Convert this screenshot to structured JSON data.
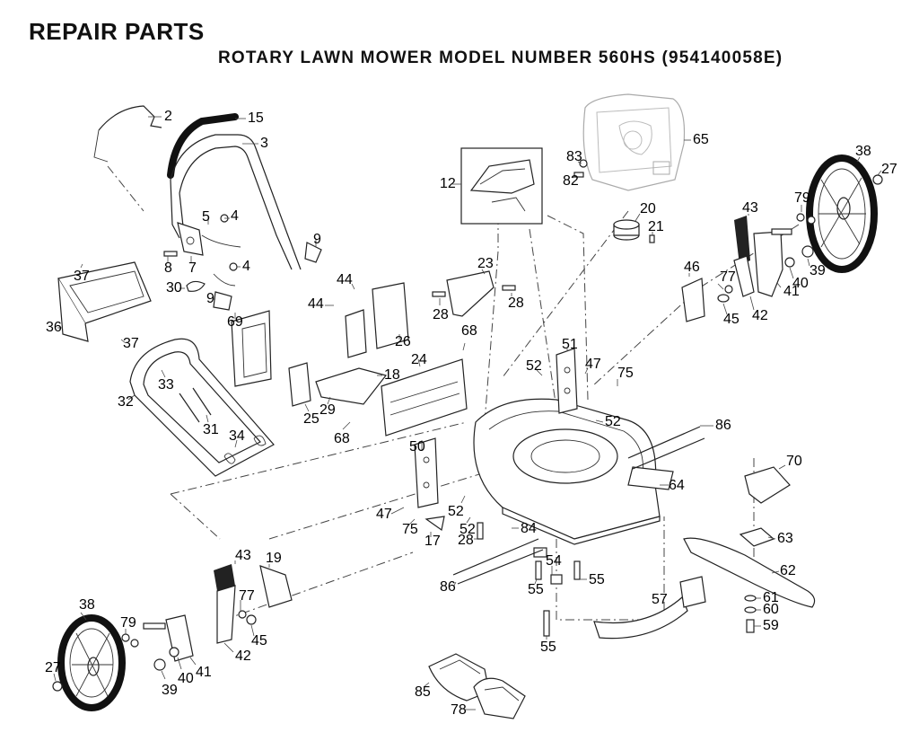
{
  "header": {
    "title": "REPAIR PARTS",
    "subtitle": "ROTARY LAWN MOWER MODEL NUMBER 560HS (954140058E)"
  },
  "callouts": [
    {
      "id": "c2",
      "label": "2"
    },
    {
      "id": "c15",
      "label": "15"
    },
    {
      "id": "c3",
      "label": "3"
    },
    {
      "id": "c4a",
      "label": "4"
    },
    {
      "id": "c5",
      "label": "5"
    },
    {
      "id": "c9a",
      "label": "9"
    },
    {
      "id": "c8",
      "label": "8"
    },
    {
      "id": "c7",
      "label": "7"
    },
    {
      "id": "c4b",
      "label": "4"
    },
    {
      "id": "c30",
      "label": "30"
    },
    {
      "id": "c9b",
      "label": "9"
    },
    {
      "id": "c69",
      "label": "69"
    },
    {
      "id": "c37a",
      "label": "37"
    },
    {
      "id": "c36",
      "label": "36"
    },
    {
      "id": "c37b",
      "label": "37"
    },
    {
      "id": "c32",
      "label": "32"
    },
    {
      "id": "c33",
      "label": "33"
    },
    {
      "id": "c31",
      "label": "31"
    },
    {
      "id": "c34",
      "label": "34"
    },
    {
      "id": "c44a",
      "label": "44"
    },
    {
      "id": "c44b",
      "label": "44"
    },
    {
      "id": "c26",
      "label": "26"
    },
    {
      "id": "c25",
      "label": "25"
    },
    {
      "id": "c29",
      "label": "29"
    },
    {
      "id": "c18",
      "label": "18"
    },
    {
      "id": "c68a",
      "label": "68"
    },
    {
      "id": "c24",
      "label": "24"
    },
    {
      "id": "c68b",
      "label": "68"
    },
    {
      "id": "c23",
      "label": "23"
    },
    {
      "id": "c28a",
      "label": "28"
    },
    {
      "id": "c28b",
      "label": "28"
    },
    {
      "id": "c12",
      "label": "12"
    },
    {
      "id": "c83",
      "label": "83"
    },
    {
      "id": "c82",
      "label": "82"
    },
    {
      "id": "c65",
      "label": "65"
    },
    {
      "id": "c20",
      "label": "20"
    },
    {
      "id": "c21",
      "label": "21"
    },
    {
      "id": "c38a",
      "label": "38"
    },
    {
      "id": "c27a",
      "label": "27"
    },
    {
      "id": "c79a",
      "label": "79"
    },
    {
      "id": "c43a",
      "label": "43"
    },
    {
      "id": "c39a",
      "label": "39"
    },
    {
      "id": "c40a",
      "label": "40"
    },
    {
      "id": "c41a",
      "label": "41"
    },
    {
      "id": "c46",
      "label": "46"
    },
    {
      "id": "c77a",
      "label": "77"
    },
    {
      "id": "c45a",
      "label": "45"
    },
    {
      "id": "c42a",
      "label": "42"
    },
    {
      "id": "c51",
      "label": "51"
    },
    {
      "id": "c52a",
      "label": "52"
    },
    {
      "id": "c47a",
      "label": "47"
    },
    {
      "id": "c75a",
      "label": "75"
    },
    {
      "id": "c52b",
      "label": "52"
    },
    {
      "id": "c86a",
      "label": "86"
    },
    {
      "id": "c50",
      "label": "50"
    },
    {
      "id": "c64",
      "label": "64"
    },
    {
      "id": "c70",
      "label": "70"
    },
    {
      "id": "c47b",
      "label": "47"
    },
    {
      "id": "c75b",
      "label": "75"
    },
    {
      "id": "c52c",
      "label": "52"
    },
    {
      "id": "c52d",
      "label": "52"
    },
    {
      "id": "c17",
      "label": "17"
    },
    {
      "id": "c84",
      "label": "84"
    },
    {
      "id": "c28c",
      "label": "28"
    },
    {
      "id": "c63",
      "label": "63"
    },
    {
      "id": "c62",
      "label": "62"
    },
    {
      "id": "c54",
      "label": "54"
    },
    {
      "id": "c55a",
      "label": "55"
    },
    {
      "id": "c55b",
      "label": "55"
    },
    {
      "id": "c86b",
      "label": "86"
    },
    {
      "id": "c61",
      "label": "61"
    },
    {
      "id": "c60",
      "label": "60"
    },
    {
      "id": "c59",
      "label": "59"
    },
    {
      "id": "c57",
      "label": "57"
    },
    {
      "id": "c55c",
      "label": "55"
    },
    {
      "id": "c43b",
      "label": "43"
    },
    {
      "id": "c19",
      "label": "19"
    },
    {
      "id": "c77b",
      "label": "77"
    },
    {
      "id": "c45b",
      "label": "45"
    },
    {
      "id": "c42b",
      "label": "42"
    },
    {
      "id": "c38b",
      "label": "38"
    },
    {
      "id": "c79b",
      "label": "79"
    },
    {
      "id": "c27b",
      "label": "27"
    },
    {
      "id": "c39b",
      "label": "39"
    },
    {
      "id": "c40b",
      "label": "40"
    },
    {
      "id": "c41b",
      "label": "41"
    },
    {
      "id": "c85",
      "label": "85"
    },
    {
      "id": "c78",
      "label": "78"
    }
  ]
}
